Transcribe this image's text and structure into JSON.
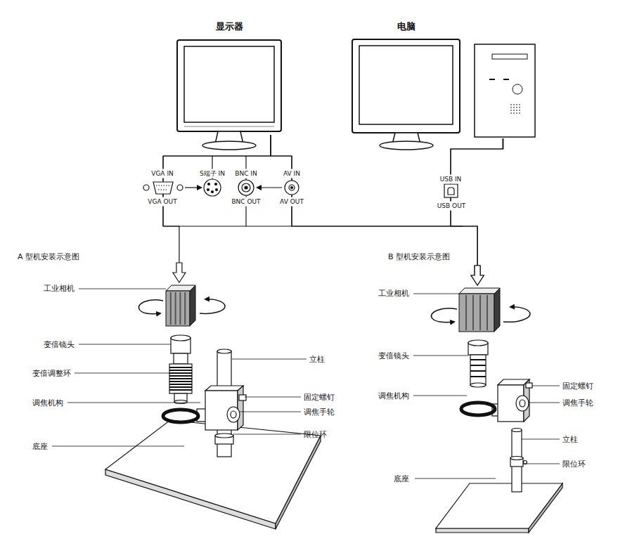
{
  "diagram": {
    "nodes": [
      {
        "text": [
          "显示器"
        ]
      },
      {
        "text": [
          "电脑"
        ]
      },
      {
        "text": [
          "工业相机"
        ]
      },
      {
        "text": [
          "工业相机"
        ]
      }
    ],
    "edges": [
      {
        "from": 0,
        "to": 2,
        "arrow": "to"
      },
      {
        "from": 0,
        "to": 3,
        "arrow": "to"
      },
      {
        "from": 1,
        "to": 3,
        "arrow": "to"
      }
    ],
    "labels": [
      "VGA IN",
      "S端子 IN",
      "BNC IN",
      "AV IN",
      "VGA OUT",
      "BNC OUT",
      "AV OUT",
      "USB IN",
      "USB OUT",
      "A 型机安装示意图",
      "变倍镜头",
      "变倍调整环",
      "调焦机构",
      "底座",
      "立柱",
      "固定螺钉",
      "调焦手轮",
      "限位环",
      "B 型机安装示意图",
      "变倍镜头",
      "调焦机构",
      "底座",
      "固定螺钉",
      "调焦手轮",
      "立柱",
      "限位环"
    ]
  }
}
